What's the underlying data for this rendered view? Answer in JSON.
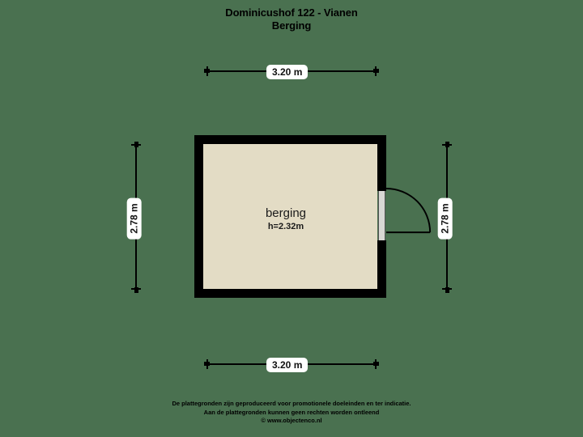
{
  "title": {
    "line1": "Dominicushof 122 - Vianen",
    "line2": "Berging"
  },
  "room": {
    "name": "berging",
    "height_label": "h=2.32m",
    "fill_color": "#e3dcc5",
    "wall_color": "#000000"
  },
  "dimensions": {
    "top": "3.20 m",
    "bottom": "3.20 m",
    "left": "2.78 m",
    "right": "2.78 m"
  },
  "door": {
    "name": "entrance-door",
    "swing": "outward-right"
  },
  "footer": {
    "line1": "De plattegronden zijn geproduceerd voor promotionele doeleinden en ter indicatie.",
    "line2": "Aan de plattegronden kunnen geen rechten worden ontleend",
    "line3": "© www.objectenco.nl"
  },
  "canvas": {
    "background_color": "#4a7150"
  }
}
